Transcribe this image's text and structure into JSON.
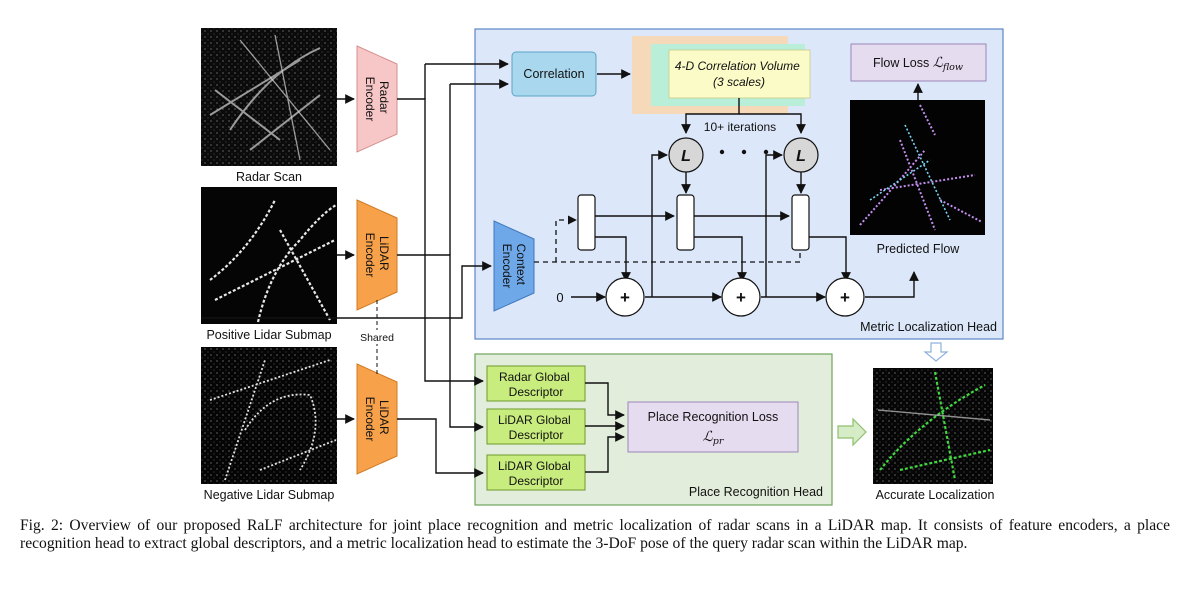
{
  "inputs": {
    "radar_scan": "Radar Scan",
    "positive_submap": "Positive Lidar Submap",
    "negative_submap": "Negative Lidar Submap"
  },
  "encoders": {
    "radar": [
      "Radar",
      "Encoder"
    ],
    "lidar": [
      "LiDAR",
      "Encoder"
    ],
    "shared": "Shared",
    "context": [
      "Context",
      "Encoder"
    ]
  },
  "metric_head": {
    "title": "Metric Localization Head",
    "correlation": "Correlation",
    "volume": [
      "4-D Correlation Volume",
      "(3 scales)"
    ],
    "iterations": "10+ iterations",
    "update_symbol": "L",
    "zero": "0",
    "plus": "+",
    "flow_loss_text": "Flow Loss ",
    "flow_loss_math": "ℒ",
    "flow_loss_sub": "flow",
    "predicted_flow": "Predicted Flow"
  },
  "place_head": {
    "title": "Place Recognition Head",
    "radar_desc": [
      "Radar Global",
      "Descriptor"
    ],
    "lidar_desc_pos": [
      "LiDAR Global",
      "Descriptor"
    ],
    "lidar_desc_neg": [
      "LiDAR Global",
      "Descriptor"
    ],
    "loss_text": "Place Recognition Loss",
    "loss_math": "ℒ",
    "loss_sub": "pr"
  },
  "output": {
    "accurate": "Accurate Localization"
  },
  "caption": "Fig. 2: Overview of our proposed RaLF architecture for joint place recognition and metric localization of radar scans in a LiDAR map. It consists of feature encoders, a place recognition head to extract global descriptors, and a metric localization head to estimate the 3-DoF pose of the query radar scan within the LiDAR map.",
  "colors": {
    "metric_bg": "#dce8fa",
    "place_bg": "#e2eedb",
    "radar_encoder": "#f7c6c6",
    "lidar_encoder": "#f7a24a",
    "context_encoder": "#6fa8e8",
    "correlation": "#a9d8ee",
    "volume_front": "#fbfbc8",
    "descriptor": "#c8ec7e",
    "loss_box": "#e6dcf0"
  }
}
